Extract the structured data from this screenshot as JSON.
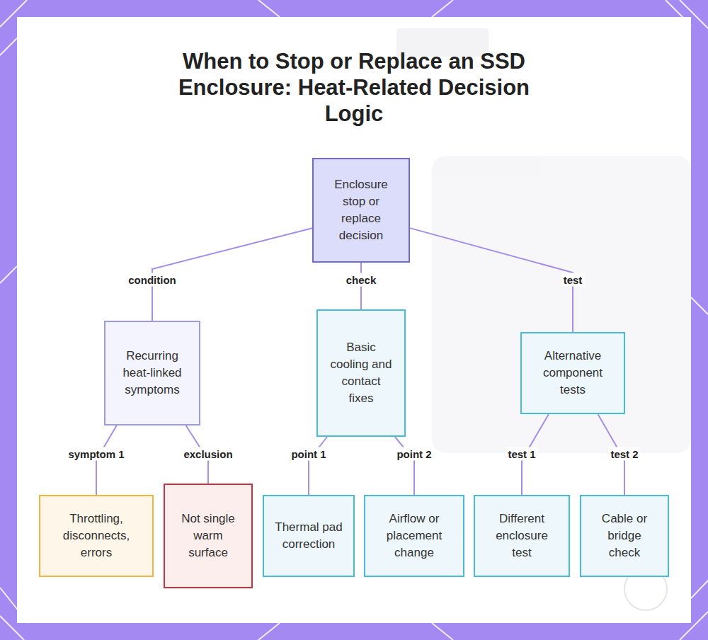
{
  "diagram": {
    "title": "When to Stop or Replace an SSD Enclosure: Heat-Related Decision Logic",
    "nodes": [
      {
        "text": [
          "Enclosure stop or replace decision"
        ]
      },
      {
        "text": [
          "Recurring heat-linked symptoms"
        ]
      },
      {
        "text": [
          "Basic cooling and contact fixes"
        ]
      },
      {
        "text": [
          "Alternative component tests"
        ]
      },
      {
        "text": [
          "Throttling, disconnects, errors"
        ]
      },
      {
        "text": [
          "Not single warm surface"
        ]
      },
      {
        "text": [
          "Thermal pad correction"
        ]
      },
      {
        "text": [
          "Airflow or placement change"
        ]
      },
      {
        "text": [
          "Different enclosure test"
        ]
      },
      {
        "text": [
          "Cable or bridge check"
        ]
      }
    ],
    "edges": [
      {
        "from": 0,
        "to": 1,
        "label": "condition",
        "arrow": "none"
      },
      {
        "from": 0,
        "to": 2,
        "label": "check",
        "arrow": "none"
      },
      {
        "from": 0,
        "to": 3,
        "label": "test",
        "arrow": "none"
      },
      {
        "from": 1,
        "to": 4,
        "label": "symptom 1",
        "arrow": "none"
      },
      {
        "from": 1,
        "to": 5,
        "label": "exclusion",
        "arrow": "none"
      },
      {
        "from": 2,
        "to": 6,
        "label": "point 1",
        "arrow": "none"
      },
      {
        "from": 2,
        "to": 7,
        "label": "point 2",
        "arrow": "none"
      },
      {
        "from": 3,
        "to": 8,
        "label": "test 1",
        "arrow": "none"
      },
      {
        "from": 3,
        "to": 9,
        "label": "test 2",
        "arrow": "none"
      }
    ]
  }
}
